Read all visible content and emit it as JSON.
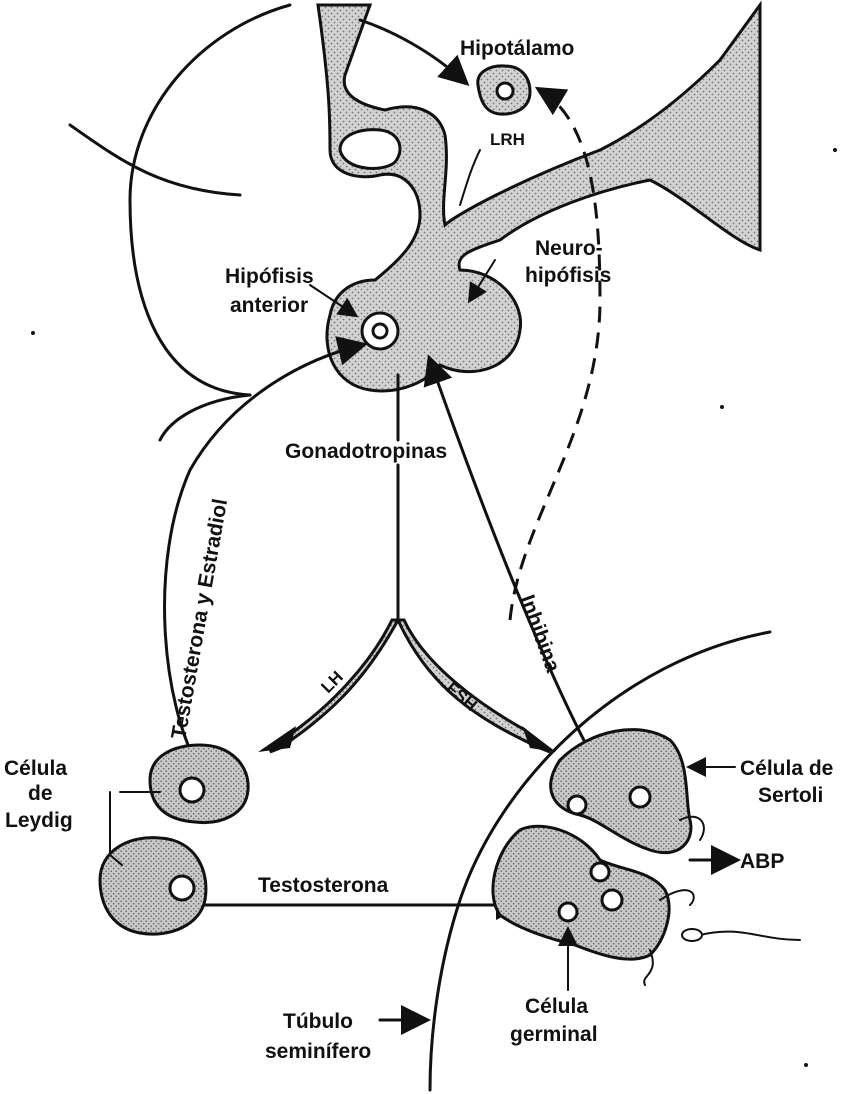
{
  "labels": {
    "hipotalamo": "Hipotálamo",
    "lrh": "LRH",
    "hipofisis_anterior_1": "Hipófisis",
    "hipofisis_anterior_2": "anterior",
    "neurohipofisis_1": "Neuro-",
    "neurohipofisis_2": "hipófisis",
    "gonadotropinas": "Gonadotropinas",
    "testosterona_estradiol": "Testosterona y Estradiol",
    "inhibina": "Inhibina",
    "lh": "LH",
    "fsh": "FSH",
    "celula_leydig_1": "Célula",
    "celula_leydig_2": "de",
    "celula_leydig_3": "Leydig",
    "testosterona": "Testosterona",
    "celula_sertoli_1": "Célula de",
    "celula_sertoli_2": "Sertoli",
    "abp": "ABP",
    "celula_germinal_1": "Célula",
    "celula_germinal_2": "germinal",
    "tubulo_1": "Túbulo",
    "tubulo_2": "seminífero"
  },
  "colors": {
    "ink": "#111111",
    "tissue_shade": "#c9c9c9"
  }
}
